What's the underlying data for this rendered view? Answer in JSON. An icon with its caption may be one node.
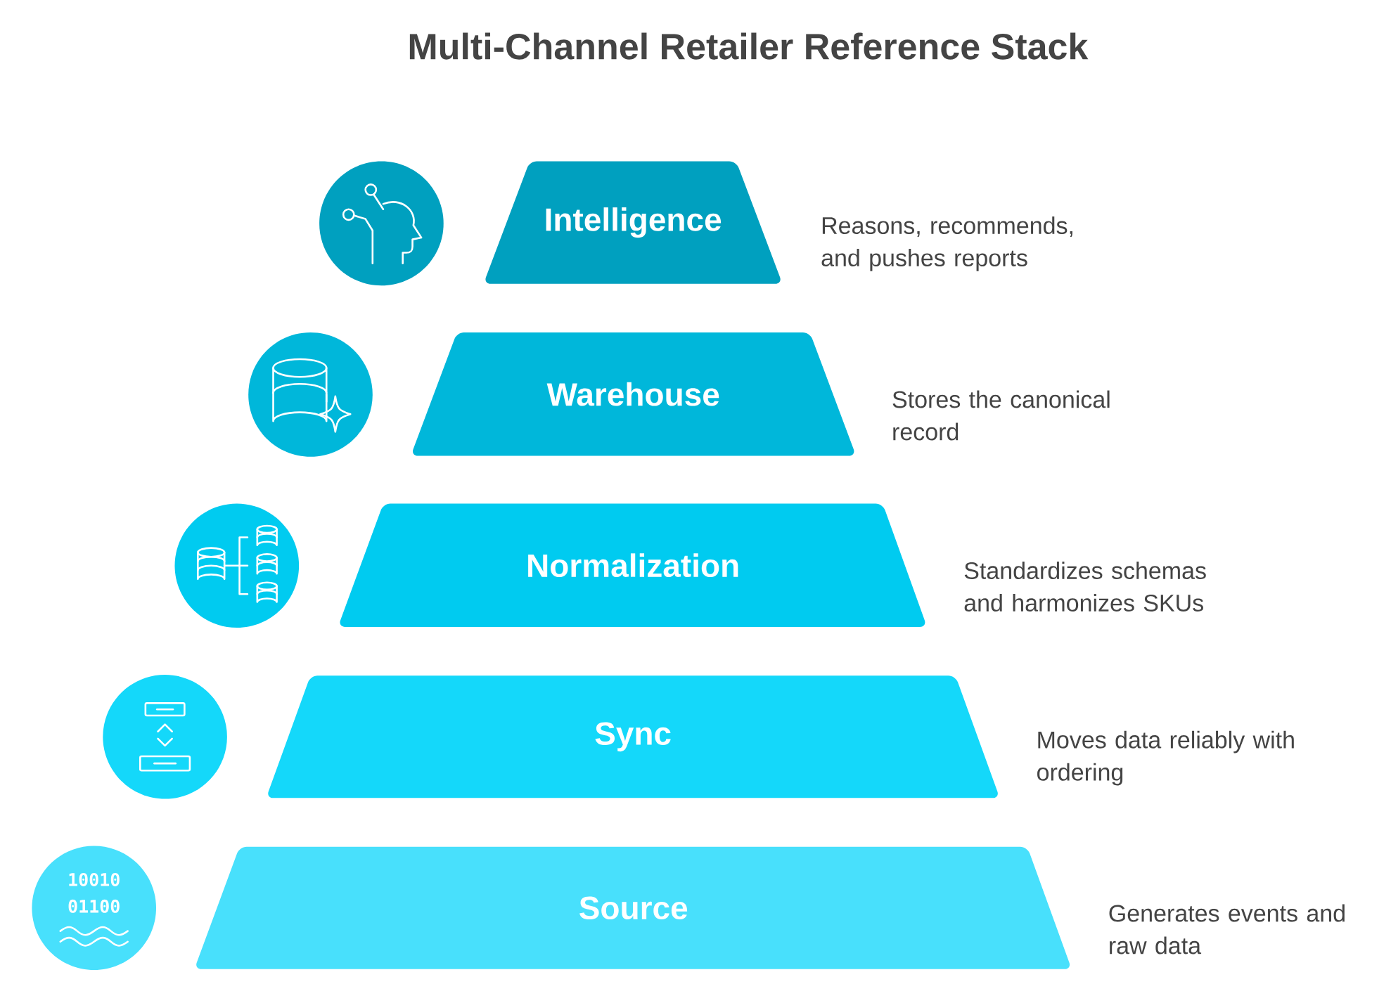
{
  "diagram": {
    "title": "Multi-Channel Retailer Reference Stack",
    "nodes": [
      {
        "text": [
          "Intelligence"
        ],
        "beside": [
          "Reasons, recommends, and pushes reports"
        ]
      },
      {
        "text": [
          "Warehouse"
        ],
        "beside": [
          "Stores the canonical record"
        ]
      },
      {
        "text": [
          "Normalization"
        ],
        "beside": [
          "Standardizes schemas and harmonizes SKUs"
        ]
      },
      {
        "text": [
          "Sync"
        ],
        "beside": [
          "Moves data reliably with ordering"
        ]
      },
      {
        "text": [
          "Source"
        ],
        "beside": [
          "Generates events and raw data"
        ]
      }
    ],
    "labels": [
      "10010",
      "01100"
    ]
  }
}
